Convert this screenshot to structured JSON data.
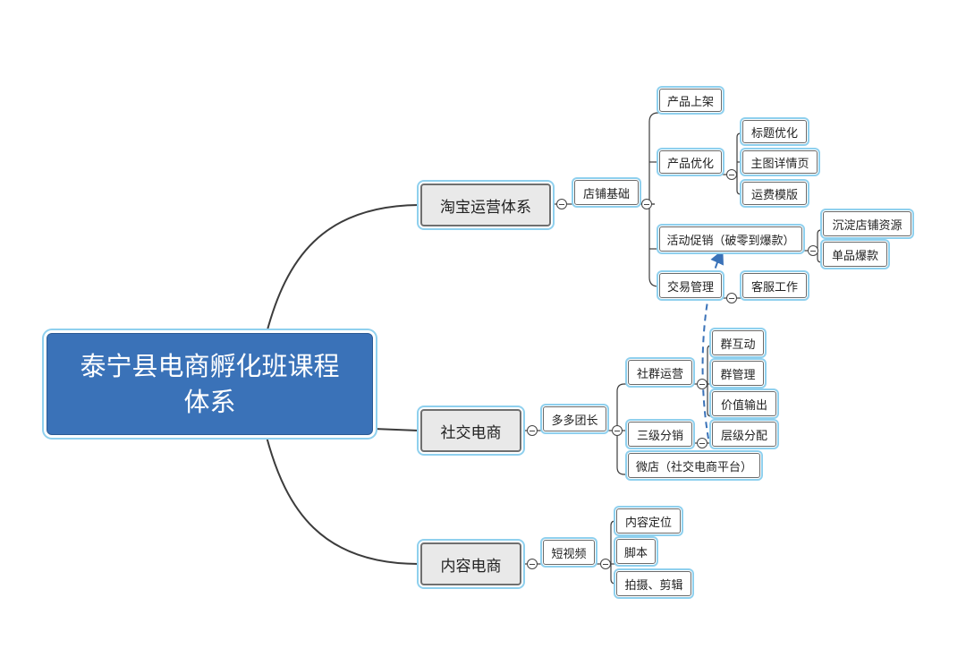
{
  "mindmap": {
    "root": {
      "line1": "泰宁县电商孵化班课程",
      "line2": "体系"
    },
    "main": {
      "taobao": "淘宝运营体系",
      "social": "社交电商",
      "content": "内容电商"
    },
    "taobao": {
      "store_basics": "店铺基础",
      "product_listing": "产品上架",
      "product_optimization": "产品优化",
      "title_optimization": "标题优化",
      "main_image_detail": "主图详情页",
      "shipping_template": "运费模版",
      "promotion": "活动促销（破零到爆款）",
      "store_resources": "沉淀店铺资源",
      "hot_item": "单品爆款",
      "trade_management": "交易管理",
      "customer_service": "客服工作"
    },
    "social": {
      "duoduo_leader": "多多团长",
      "community_ops": "社群运营",
      "group_interaction": "群互动",
      "group_management": "群管理",
      "value_output": "价值输出",
      "three_level": "三级分销",
      "level_distribution": "层级分配",
      "weidian": "微店（社交电商平台）"
    },
    "content": {
      "short_video": "短视频",
      "positioning": "内容定位",
      "script": "脚本",
      "shoot_edit": "拍摄、剪辑"
    }
  }
}
